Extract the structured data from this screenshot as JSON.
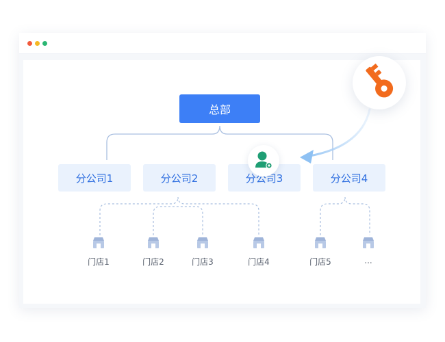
{
  "diagram": {
    "headquarters": {
      "label": "总部"
    },
    "branches": [
      {
        "label": "分公司1"
      },
      {
        "label": "分公司2"
      },
      {
        "label": "分公司3"
      },
      {
        "label": "分公司4"
      }
    ],
    "stores": [
      {
        "label": "门店1"
      },
      {
        "label": "门店2"
      },
      {
        "label": "门店3"
      },
      {
        "label": "门店4"
      },
      {
        "label": "门店5"
      },
      {
        "label": "..."
      }
    ],
    "relations": [
      {
        "from": "总部",
        "to": "分公司1"
      },
      {
        "from": "总部",
        "to": "分公司4"
      },
      {
        "from": "分公司2",
        "to": "门店1"
      },
      {
        "from": "分公司2",
        "to": "门店2"
      },
      {
        "from": "分公司2",
        "to": "门店3"
      },
      {
        "from": "分公司2",
        "to": "门店4"
      },
      {
        "from": "分公司4",
        "to": "门店5"
      },
      {
        "from": "分公司4",
        "to": "..."
      }
    ],
    "icons": {
      "key": "key-icon",
      "user_admin": "user-settings-icon",
      "store": "store-icon",
      "arrow": "curved-arrow-icon"
    }
  },
  "colors": {
    "primary": "#3d7ff6",
    "branch_bg": "#eaf2fd",
    "branch_text": "#2f6fe0",
    "key": "#f26b1d",
    "user_icon": "#1f9e74",
    "connector": "#a9bfe0",
    "window_dot_red": "#f25a3c",
    "window_dot_yellow": "#f5b824",
    "window_dot_green": "#2bb673"
  }
}
